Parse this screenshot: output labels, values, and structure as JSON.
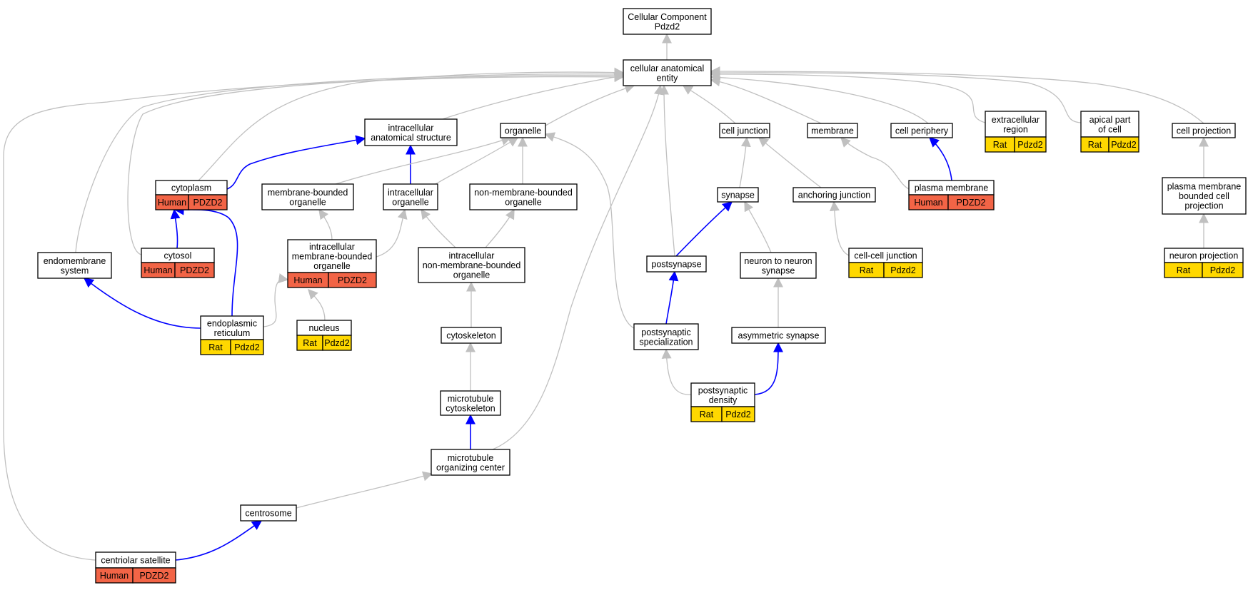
{
  "colors": {
    "gray_edge": "#c0c0c0",
    "blue_edge": "#0000ff",
    "human_fill": "#f26446",
    "rat_fill": "#ffd800",
    "node_border": "#000000",
    "node_fill": "#ffffff"
  },
  "nodes": {
    "cellular_component": {
      "lines": [
        "Cellular Component",
        "Pdzd2"
      ]
    },
    "cellular_anatomical_entity": {
      "lines": [
        "cellular anatomical",
        "entity"
      ]
    },
    "intracellular_anatomical_structure": {
      "lines": [
        "intracellular",
        "anatomical structure"
      ]
    },
    "organelle": {
      "lines": [
        "organelle"
      ]
    },
    "cell_junction": {
      "lines": [
        "cell junction"
      ]
    },
    "membrane": {
      "lines": [
        "membrane"
      ]
    },
    "cell_periphery": {
      "lines": [
        "cell periphery"
      ]
    },
    "extracellular_region": {
      "lines": [
        "extracellular",
        "region"
      ],
      "tag": [
        "Rat",
        "Pdzd2"
      ]
    },
    "apical_part_of_cell": {
      "lines": [
        "apical part",
        "of cell"
      ],
      "tag": [
        "Rat",
        "Pdzd2"
      ]
    },
    "cell_projection": {
      "lines": [
        "cell projection"
      ]
    },
    "cytoplasm": {
      "lines": [
        "cytoplasm"
      ],
      "tag": [
        "Human",
        "PDZD2"
      ]
    },
    "membrane_bounded_organelle": {
      "lines": [
        "membrane-bounded",
        "organelle"
      ]
    },
    "intracellular_organelle": {
      "lines": [
        "intracellular",
        "organelle"
      ]
    },
    "non_membrane_bounded_organelle": {
      "lines": [
        "non-membrane-bounded",
        "organelle"
      ]
    },
    "synapse": {
      "lines": [
        "synapse"
      ]
    },
    "anchoring_junction": {
      "lines": [
        "anchoring junction"
      ]
    },
    "plasma_membrane": {
      "lines": [
        "plasma membrane"
      ],
      "tag": [
        "Human",
        "PDZD2"
      ]
    },
    "plasma_membrane_bounded_cell_projection": {
      "lines": [
        "plasma membrane",
        "bounded cell",
        "projection"
      ]
    },
    "endomembrane_system": {
      "lines": [
        "endomembrane",
        "system"
      ]
    },
    "cytosol": {
      "lines": [
        "cytosol"
      ],
      "tag": [
        "Human",
        "PDZD2"
      ]
    },
    "intracellular_membrane_bounded_organelle": {
      "lines": [
        "intracellular",
        "membrane-bounded",
        "organelle"
      ],
      "tag": [
        "Human",
        "PDZD2"
      ]
    },
    "intracellular_non_membrane_bounded_organelle": {
      "lines": [
        "intracellular",
        "non-membrane-bounded",
        "organelle"
      ]
    },
    "postsynapse": {
      "lines": [
        "postsynapse"
      ]
    },
    "neuron_to_neuron_synapse": {
      "lines": [
        "neuron to neuron",
        "synapse"
      ]
    },
    "cell_cell_junction": {
      "lines": [
        "cell-cell junction"
      ],
      "tag": [
        "Rat",
        "Pdzd2"
      ]
    },
    "neuron_projection": {
      "lines": [
        "neuron projection"
      ],
      "tag": [
        "Rat",
        "Pdzd2"
      ]
    },
    "endoplasmic_reticulum": {
      "lines": [
        "endoplasmic",
        "reticulum"
      ],
      "tag": [
        "Rat",
        "Pdzd2"
      ]
    },
    "nucleus": {
      "lines": [
        "nucleus"
      ],
      "tag": [
        "Rat",
        "Pdzd2"
      ]
    },
    "cytoskeleton": {
      "lines": [
        "cytoskeleton"
      ]
    },
    "postsynaptic_specialization": {
      "lines": [
        "postsynaptic",
        "specialization"
      ]
    },
    "asymmetric_synapse": {
      "lines": [
        "asymmetric synapse"
      ]
    },
    "postsynaptic_density": {
      "lines": [
        "postsynaptic",
        "density"
      ],
      "tag": [
        "Rat",
        "Pdzd2"
      ]
    },
    "microtubule_cytoskeleton": {
      "lines": [
        "microtubule",
        "cytoskeleton"
      ]
    },
    "microtubule_organizing_center": {
      "lines": [
        "microtubule",
        "organizing center"
      ]
    },
    "centrosome": {
      "lines": [
        "centrosome"
      ]
    },
    "centriolar_satellite": {
      "lines": [
        "centriolar satellite"
      ],
      "tag": [
        "Human",
        "PDZD2"
      ]
    }
  },
  "edges": [
    {
      "from": "cellular_anatomical_entity",
      "to": "cellular_component",
      "color": "gray"
    },
    {
      "from": "intracellular_anatomical_structure",
      "to": "cellular_anatomical_entity",
      "color": "gray"
    },
    {
      "from": "organelle",
      "to": "cellular_anatomical_entity",
      "color": "gray"
    },
    {
      "from": "cell_junction",
      "to": "cellular_anatomical_entity",
      "color": "gray"
    },
    {
      "from": "membrane",
      "to": "cellular_anatomical_entity",
      "color": "gray"
    },
    {
      "from": "cell_periphery",
      "to": "cellular_anatomical_entity",
      "color": "gray"
    },
    {
      "from": "extracellular_region",
      "to": "cellular_anatomical_entity",
      "color": "gray"
    },
    {
      "from": "apical_part_of_cell",
      "to": "cellular_anatomical_entity",
      "color": "gray"
    },
    {
      "from": "cell_projection",
      "to": "cellular_anatomical_entity",
      "color": "gray"
    },
    {
      "from": "cytoplasm",
      "to": "cellular_anatomical_entity",
      "color": "gray"
    },
    {
      "from": "endomembrane_system",
      "to": "cellular_anatomical_entity",
      "color": "gray"
    },
    {
      "from": "cytosol",
      "to": "cellular_anatomical_entity",
      "color": "gray"
    },
    {
      "from": "centriolar_satellite",
      "to": "cellular_anatomical_entity",
      "color": "gray"
    },
    {
      "from": "postsynapse",
      "to": "cellular_anatomical_entity",
      "color": "gray"
    },
    {
      "from": "microtubule_organizing_center",
      "to": "cellular_anatomical_entity",
      "color": "gray"
    },
    {
      "from": "cytoplasm",
      "to": "intracellular_anatomical_structure",
      "color": "blue"
    },
    {
      "from": "intracellular_organelle",
      "to": "intracellular_anatomical_structure",
      "color": "blue"
    },
    {
      "from": "membrane_bounded_organelle",
      "to": "organelle",
      "color": "gray"
    },
    {
      "from": "intracellular_organelle",
      "to": "organelle",
      "color": "gray"
    },
    {
      "from": "non_membrane_bounded_organelle",
      "to": "organelle",
      "color": "gray"
    },
    {
      "from": "postsynaptic_specialization",
      "to": "organelle",
      "color": "gray"
    },
    {
      "from": "synapse",
      "to": "cell_junction",
      "color": "gray"
    },
    {
      "from": "anchoring_junction",
      "to": "cell_junction",
      "color": "gray"
    },
    {
      "from": "plasma_membrane",
      "to": "membrane",
      "color": "gray"
    },
    {
      "from": "plasma_membrane",
      "to": "cell_periphery",
      "color": "blue"
    },
    {
      "from": "plasma_membrane_bounded_cell_projection",
      "to": "cell_projection",
      "color": "gray"
    },
    {
      "from": "cytosol",
      "to": "cytoplasm",
      "color": "blue"
    },
    {
      "from": "endoplasmic_reticulum",
      "to": "cytoplasm",
      "color": "blue"
    },
    {
      "from": "endoplasmic_reticulum",
      "to": "endomembrane_system",
      "color": "blue"
    },
    {
      "from": "intracellular_membrane_bounded_organelle",
      "to": "membrane_bounded_organelle",
      "color": "gray"
    },
    {
      "from": "intracellular_membrane_bounded_organelle",
      "to": "intracellular_organelle",
      "color": "gray"
    },
    {
      "from": "intracellular_non_membrane_bounded_organelle",
      "to": "intracellular_organelle",
      "color": "gray"
    },
    {
      "from": "intracellular_non_membrane_bounded_organelle",
      "to": "non_membrane_bounded_organelle",
      "color": "gray"
    },
    {
      "from": "endoplasmic_reticulum",
      "to": "intracellular_membrane_bounded_organelle",
      "color": "gray"
    },
    {
      "from": "nucleus",
      "to": "intracellular_membrane_bounded_organelle",
      "color": "gray"
    },
    {
      "from": "cytoskeleton",
      "to": "intracellular_non_membrane_bounded_organelle",
      "color": "gray"
    },
    {
      "from": "microtubule_cytoskeleton",
      "to": "cytoskeleton",
      "color": "gray"
    },
    {
      "from": "microtubule_organizing_center",
      "to": "microtubule_cytoskeleton",
      "color": "blue"
    },
    {
      "from": "centrosome",
      "to": "microtubule_organizing_center",
      "color": "gray"
    },
    {
      "from": "centriolar_satellite",
      "to": "centrosome",
      "color": "blue"
    },
    {
      "from": "postsynapse",
      "to": "synapse",
      "color": "blue"
    },
    {
      "from": "neuron_to_neuron_synapse",
      "to": "synapse",
      "color": "gray"
    },
    {
      "from": "cell_cell_junction",
      "to": "anchoring_junction",
      "color": "gray"
    },
    {
      "from": "neuron_projection",
      "to": "plasma_membrane_bounded_cell_projection",
      "color": "gray"
    },
    {
      "from": "postsynaptic_specialization",
      "to": "postsynapse",
      "color": "blue"
    },
    {
      "from": "asymmetric_synapse",
      "to": "neuron_to_neuron_synapse",
      "color": "gray"
    },
    {
      "from": "postsynaptic_density",
      "to": "postsynaptic_specialization",
      "color": "gray"
    },
    {
      "from": "postsynaptic_density",
      "to": "asymmetric_synapse",
      "color": "blue"
    }
  ]
}
